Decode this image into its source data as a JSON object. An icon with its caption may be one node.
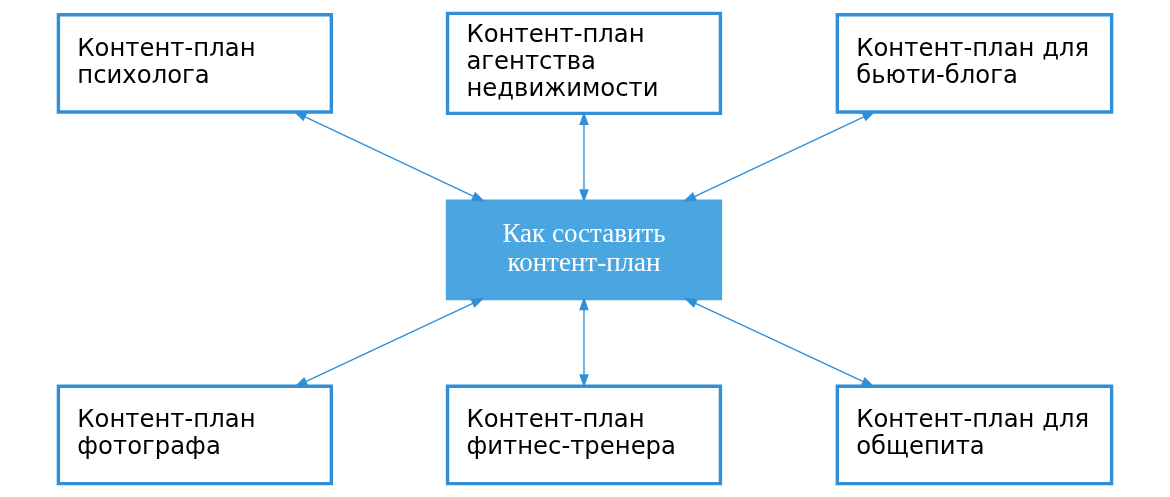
{
  "diagram": {
    "nodes": [
      {
        "text": [
          "Контент-план психолога"
        ]
      },
      {
        "text": [
          "Контент-план агентства недвижимости"
        ]
      },
      {
        "text": [
          "Контент-план для бьюти-блога"
        ]
      },
      {
        "text": [
          "Как составить контент-план"
        ]
      },
      {
        "text": [
          "Контент-план фотографа"
        ]
      },
      {
        "text": [
          "Контент-план фитнес-тренера"
        ]
      },
      {
        "text": [
          "Контент-план для общепита"
        ]
      }
    ],
    "edges": [
      {
        "from": 0,
        "to": 3,
        "arrow": "both"
      },
      {
        "from": 1,
        "to": 3,
        "arrow": "both"
      },
      {
        "from": 2,
        "to": 3,
        "arrow": "both"
      },
      {
        "from": 3,
        "to": 4,
        "arrow": "both"
      },
      {
        "from": 3,
        "to": 5,
        "arrow": "both"
      },
      {
        "from": 3,
        "to": 6,
        "arrow": "both"
      }
    ]
  }
}
